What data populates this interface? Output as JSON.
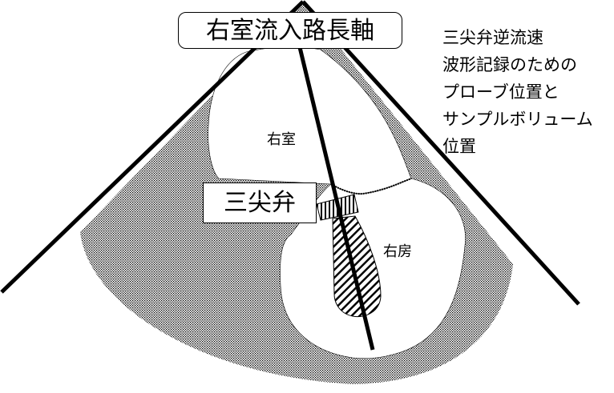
{
  "title": "右室流入路長軸",
  "labels": {
    "right_ventricle": "右室",
    "right_atrium": "右房",
    "tricuspid_valve": "三尖弁"
  },
  "caption_lines": [
    "三尖弁逆流速",
    "波形記録のための",
    "プローブ位置と",
    "サンプルボリューム",
    "位置"
  ]
}
